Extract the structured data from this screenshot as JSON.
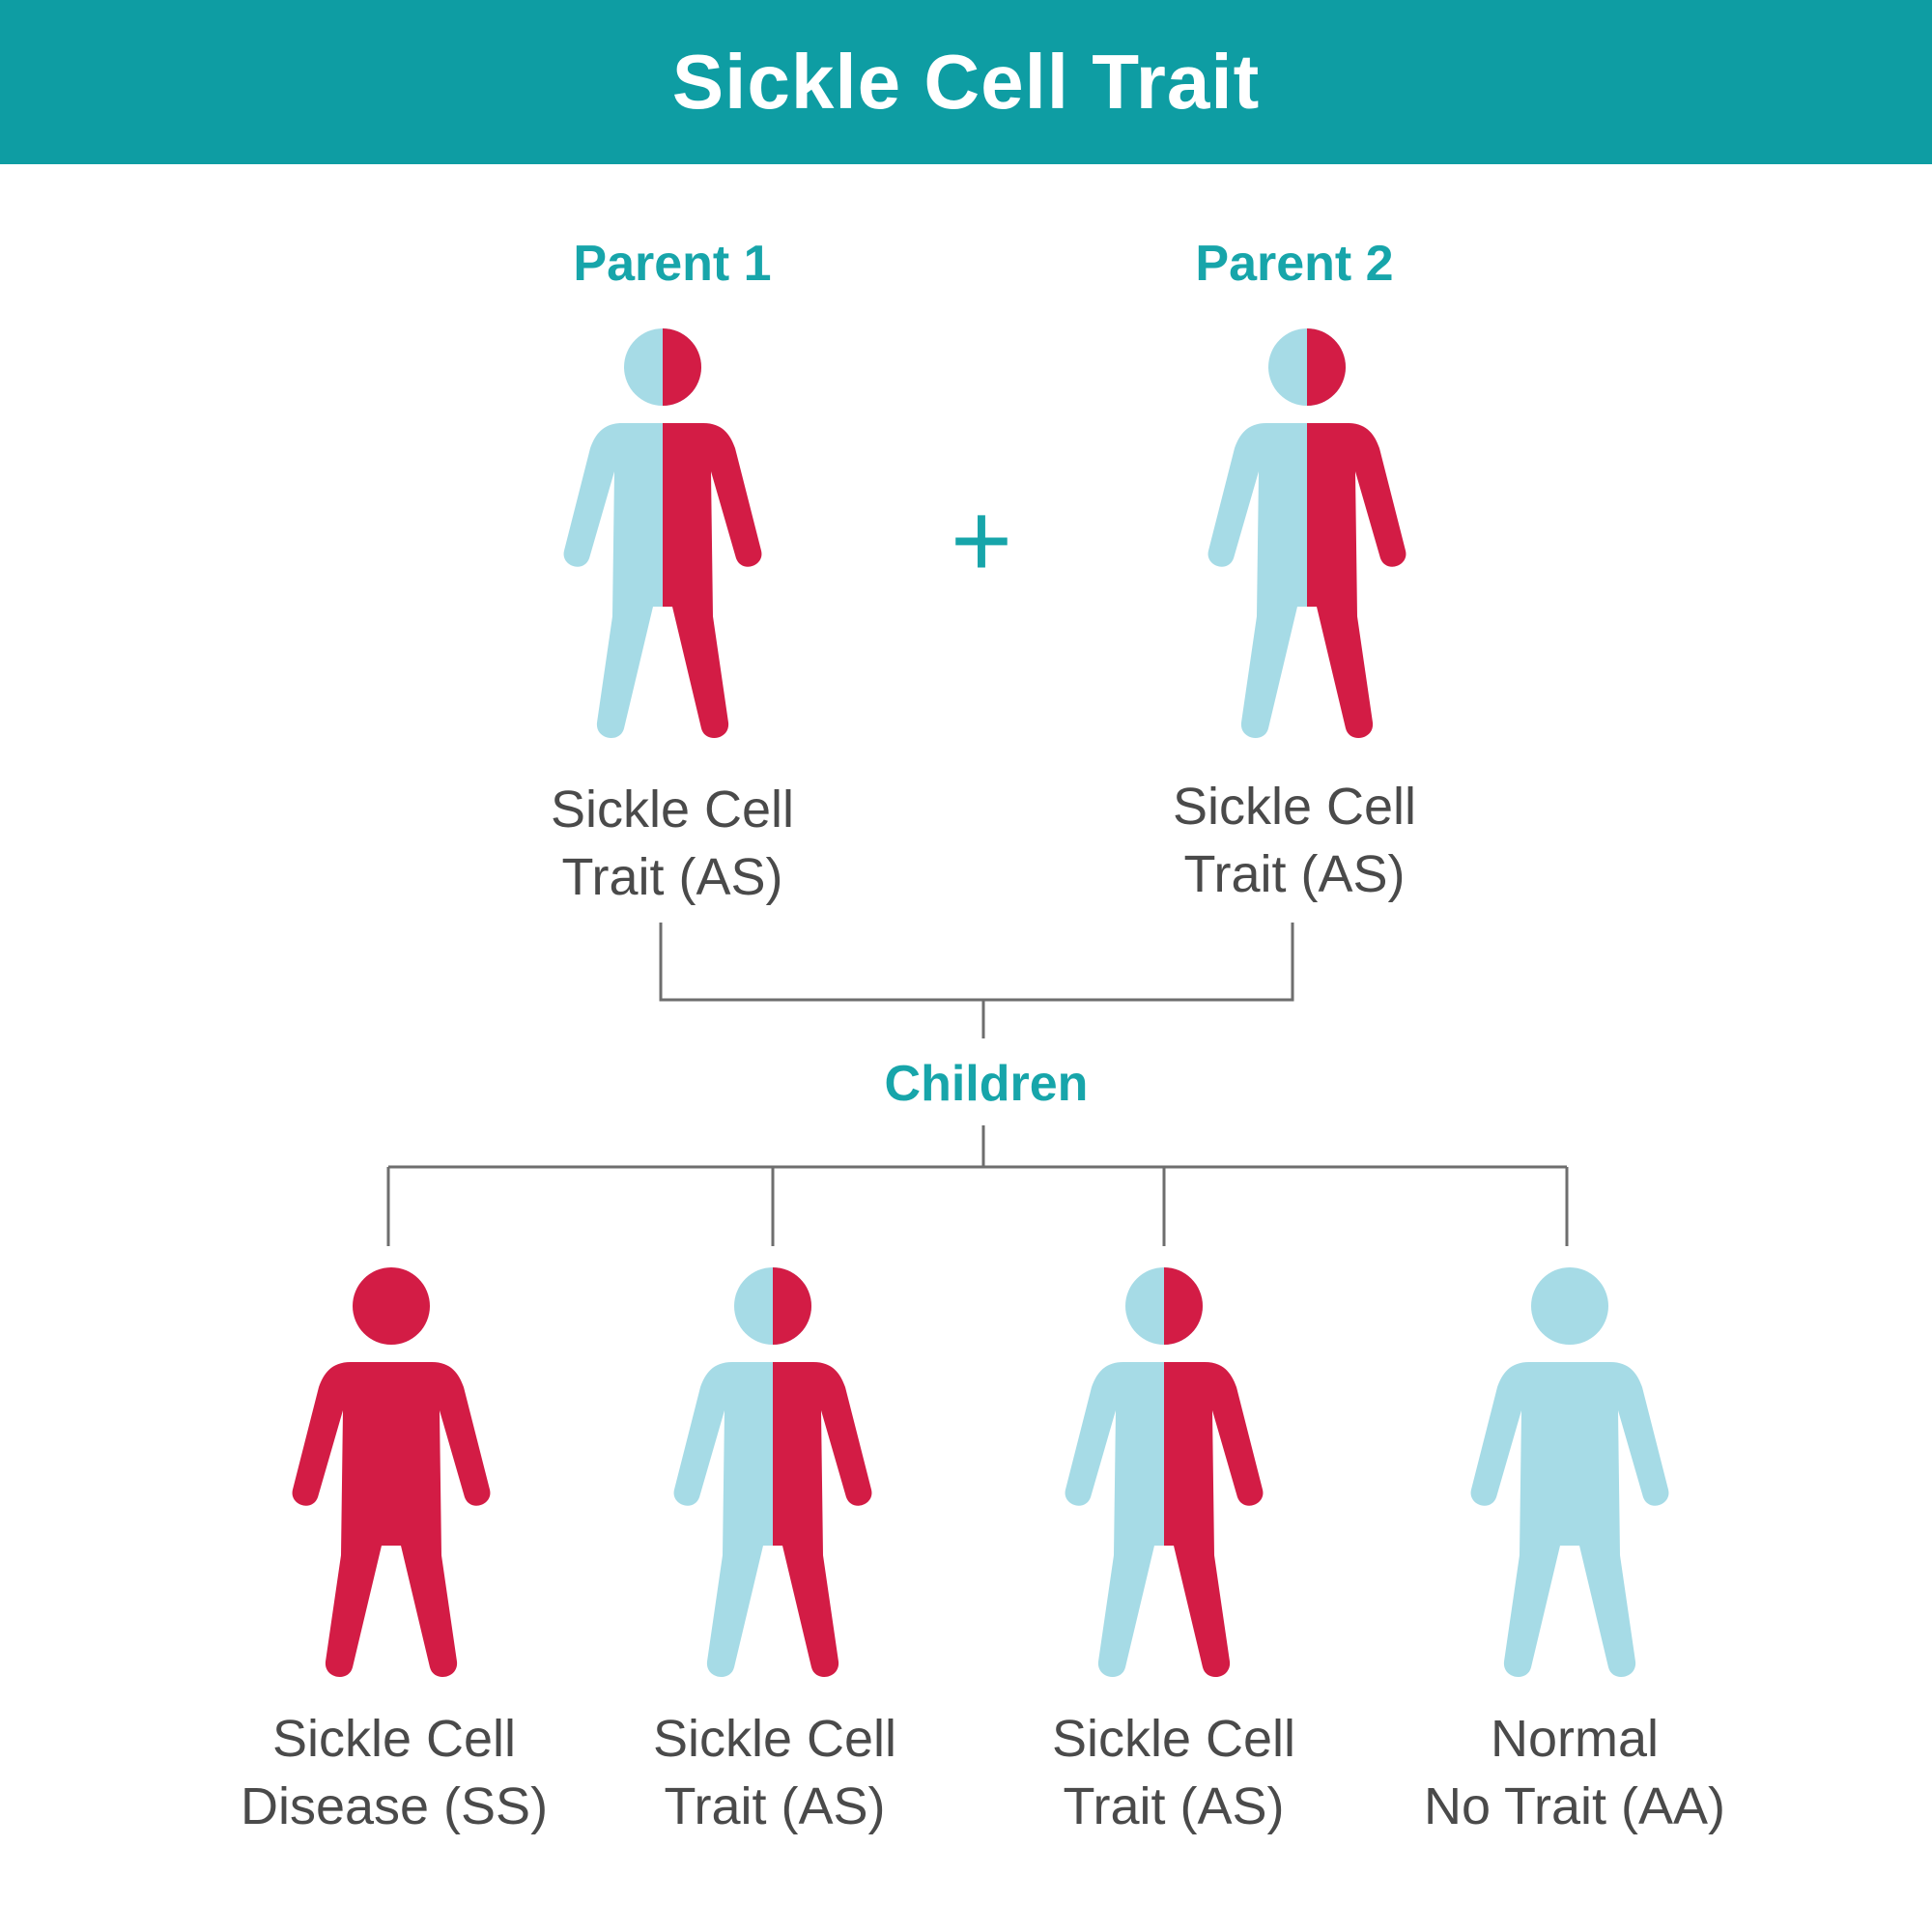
{
  "title": "Sickle Cell Trait",
  "colors": {
    "header": "#0e9da3",
    "label": "#17a5aa",
    "sickle": "#d31c45",
    "normal": "#a6dbe6",
    "text": "#4a4a4a",
    "line": "#6e6e6e"
  },
  "parents": {
    "operator": "+",
    "items": [
      {
        "heading": "Parent 1",
        "line1": "Sickle Cell",
        "line2": "Trait (AS)",
        "genotype": "AS"
      },
      {
        "heading": "Parent 2",
        "line1": "Sickle Cell",
        "line2": "Trait (AS)",
        "genotype": "AS"
      }
    ]
  },
  "children": {
    "heading": "Children",
    "items": [
      {
        "line1": "Sickle Cell",
        "line2": "Disease (SS)",
        "genotype": "SS"
      },
      {
        "line1": "Sickle Cell",
        "line2": "Trait (AS)",
        "genotype": "AS"
      },
      {
        "line1": "Sickle Cell",
        "line2": "Trait (AS)",
        "genotype": "AS"
      },
      {
        "line1": "Normal",
        "line2": "No Trait (AA)",
        "genotype": "AA"
      }
    ]
  }
}
